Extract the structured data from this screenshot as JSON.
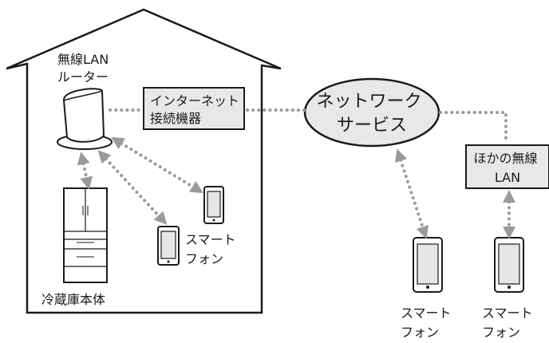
{
  "labels": {
    "router": [
      "無線LAN",
      "ルーター"
    ],
    "internet_device": [
      "インターネット",
      "接続機器"
    ],
    "network_service": [
      "ネットワーク",
      "サービス"
    ],
    "other_wlan": [
      "ほかの無線",
      "LAN"
    ],
    "fridge": "冷蔵庫本体",
    "phone_home": [
      "スマート",
      "フォン"
    ],
    "phone_left": [
      "スマート",
      "フォン"
    ],
    "phone_right": [
      "スマート",
      "フォン"
    ]
  },
  "colors": {
    "line": "#1a1a1a",
    "dotted_link": "#9a9a9a",
    "box_fill": "#e8e8e8",
    "ellipse_fill": "#e8e8e8"
  }
}
